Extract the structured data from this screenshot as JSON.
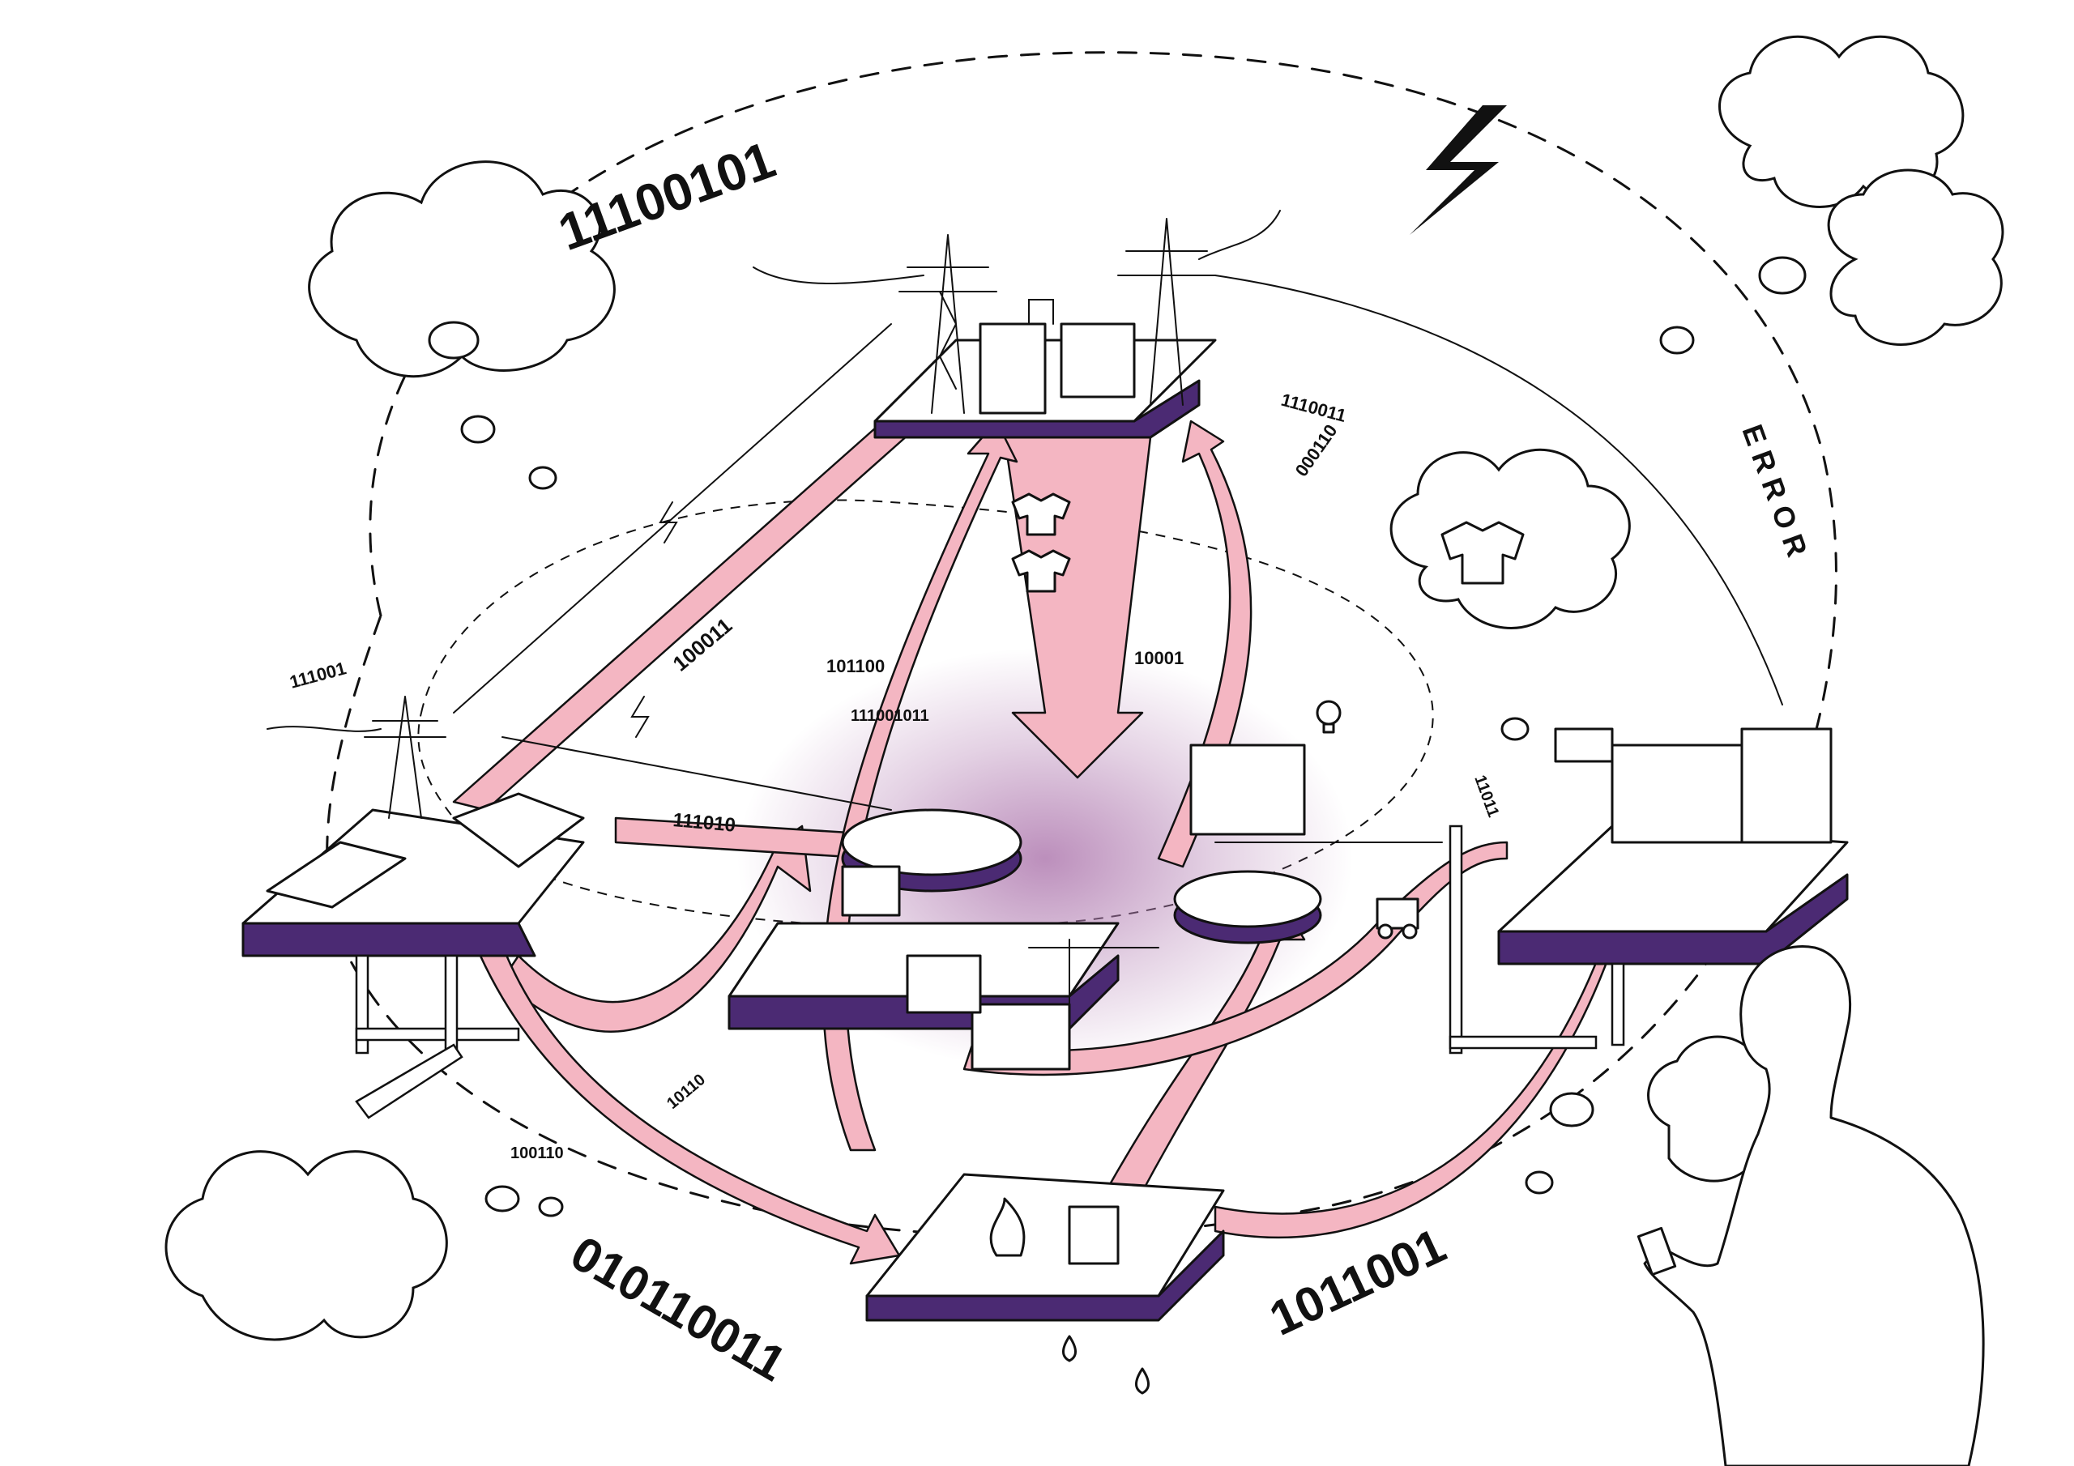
{
  "colors": {
    "flow_pink": "#f4b6c2",
    "plate_purple": "#4b2a73",
    "glow_purple": "#b07bb0",
    "ink": "#111111",
    "background": "#ffffff"
  },
  "binary_labels": {
    "top_left": "11100101",
    "bottom_left": "010110011",
    "bottom_right": "1011001",
    "top_right_small": "1110011",
    "right_small": "000110",
    "mid_left_small": "111001",
    "diagonal": "100011",
    "center_top": "101100",
    "center_right": "10001",
    "center_inner": "111001011",
    "left_arrow": "111010",
    "right_inner": "11011",
    "lower_left_a": "10110",
    "lower_left_b": "100110"
  },
  "error_label": "ERROR",
  "icons": [
    "lightning-icon",
    "power-pylon-icon",
    "factory-icon",
    "tshirt-icon",
    "lightbulb-icon",
    "forklift-icon",
    "crane-icon",
    "fire-icon",
    "water-drop-icon",
    "cloud-icon",
    "person-with-phone-icon"
  ]
}
